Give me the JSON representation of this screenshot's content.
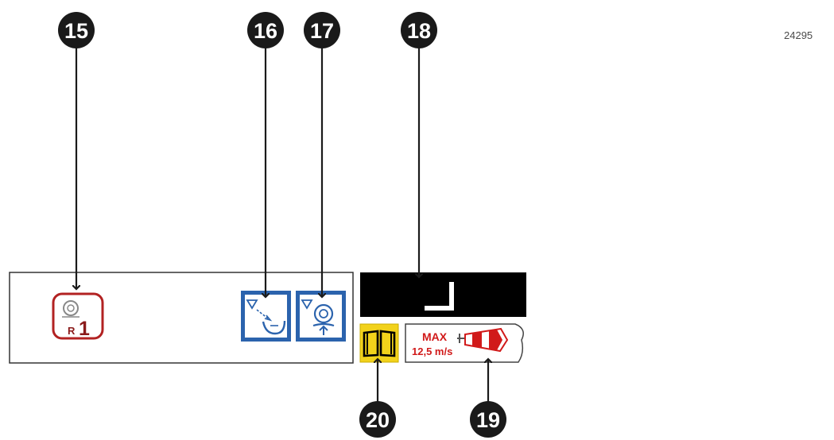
{
  "document_id": "24295",
  "callouts": [
    {
      "number": "15"
    },
    {
      "number": "16"
    },
    {
      "number": "17"
    },
    {
      "number": "18"
    },
    {
      "number": "19"
    },
    {
      "number": "20"
    }
  ],
  "symbols": {
    "rope_reel": {
      "icon": "rope-reel-icon",
      "text_r": "R",
      "text_1": "1",
      "color": "#b22222"
    },
    "outrigger_lower": {
      "icon": "lower-outrigger-icon",
      "color": "#2b63ad"
    },
    "outrigger_raise": {
      "icon": "raise-outrigger-icon",
      "color": "#2b63ad"
    },
    "display_marker": {
      "icon": "corner-bracket-icon",
      "color": "#000000"
    },
    "operator_manual": {
      "icon": "manual-book-icon",
      "color": "#f2d21b"
    },
    "wind_limit": {
      "icon": "windsock-icon",
      "max_label": "MAX",
      "speed_label": "12,5 m/s",
      "color": "#d11a1a"
    }
  }
}
